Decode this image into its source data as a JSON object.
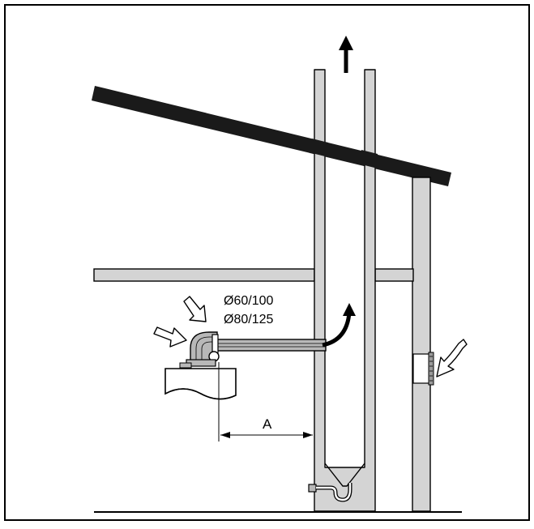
{
  "diagram": {
    "labels": {
      "pipe_size_1": "Ø60/100",
      "pipe_size_2": "Ø80/125",
      "dimension_a": "A"
    },
    "colors": {
      "frame": "#000000",
      "wall_fill": "#d4d4d4",
      "pipe_fill": "#b8b8b8",
      "roof": "#1a1a1a",
      "background": "#ffffff"
    }
  }
}
